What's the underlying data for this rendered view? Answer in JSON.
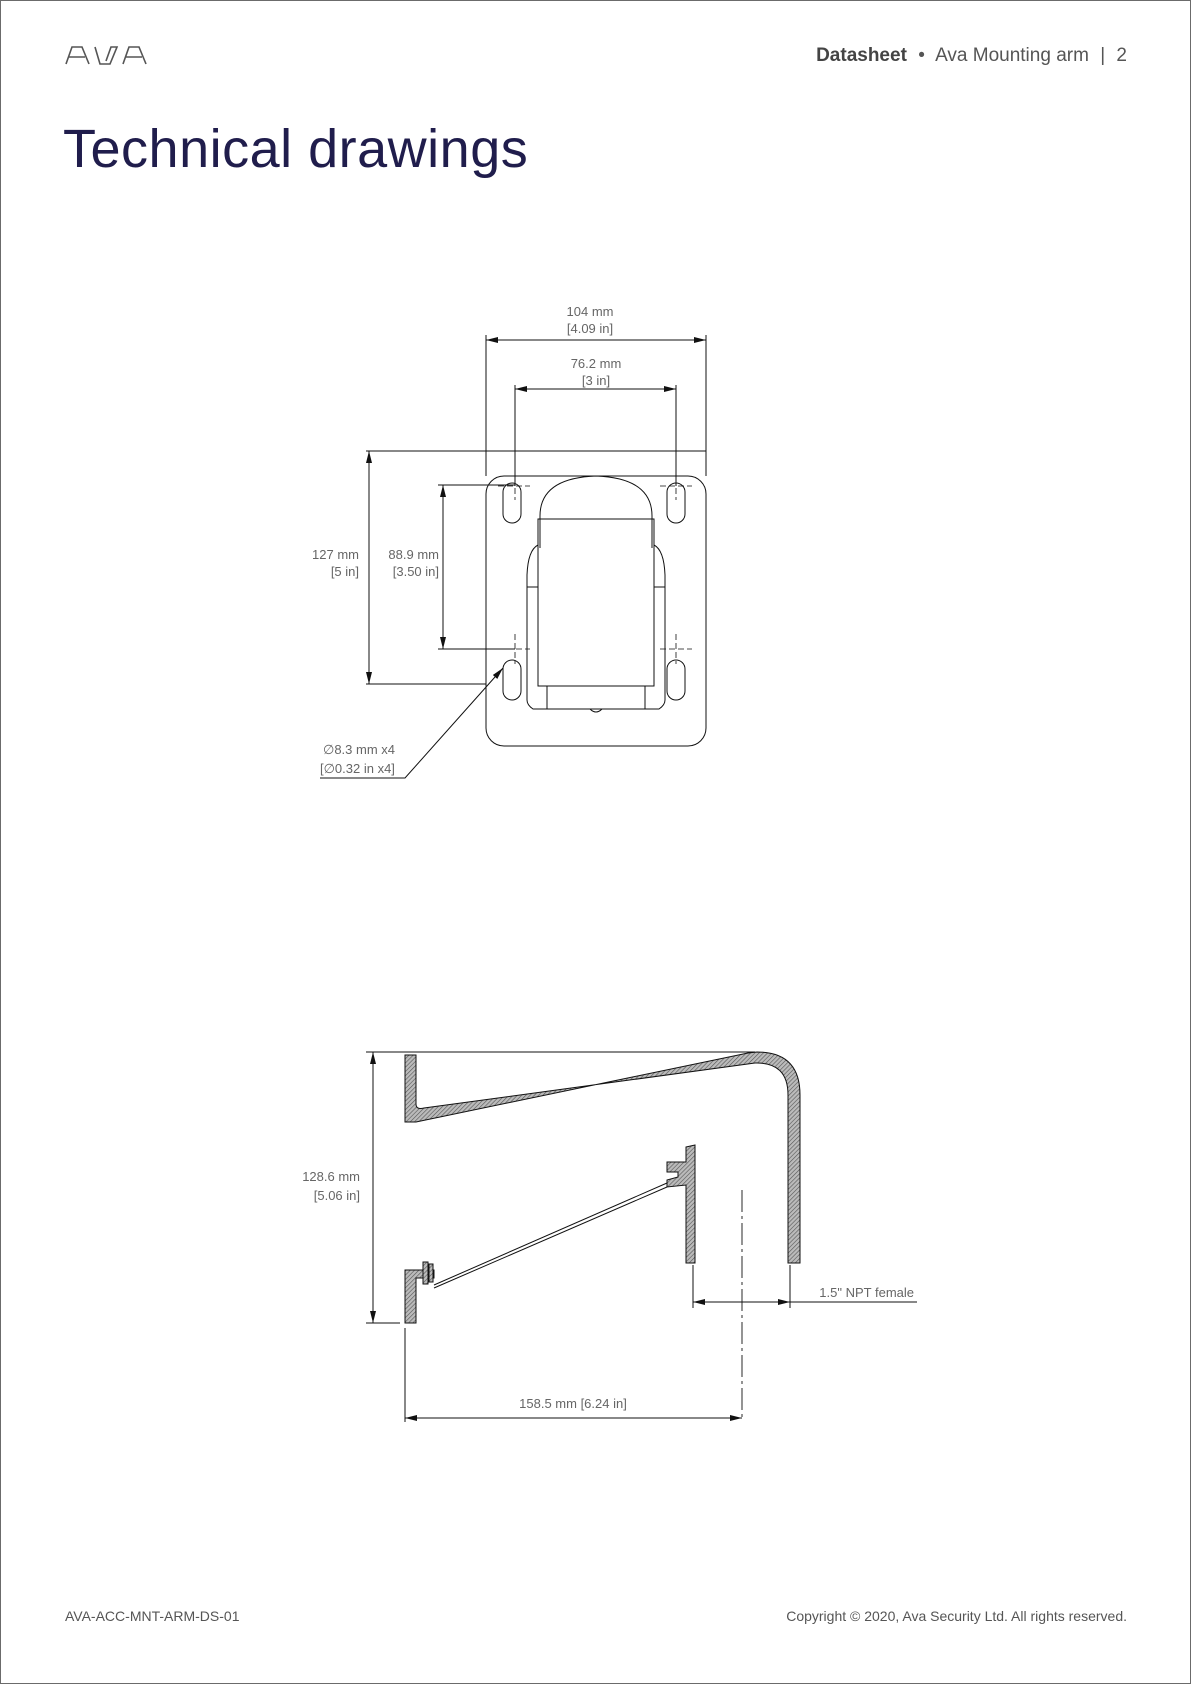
{
  "header": {
    "logo_text": "AVA",
    "doc_type": "Datasheet",
    "bullet": "•",
    "product": "Ava Mounting arm",
    "divider": "|",
    "page_number": "2"
  },
  "title": "Technical drawings",
  "front_view": {
    "width_mm": "104 mm",
    "width_in": "[4.09 in]",
    "hole_spacing_h_mm": "76.2 mm",
    "hole_spacing_h_in": "[3 in]",
    "height_mm": "127 mm",
    "height_in": "[5 in]",
    "hole_spacing_v_mm": "88.9 mm",
    "hole_spacing_v_in": "[3.50 in]",
    "hole_dia_mm": "∅8.3 mm x4",
    "hole_dia_in": "[∅0.32 in x4]"
  },
  "side_view": {
    "height_mm": "128.6 mm",
    "height_in": "[5.06 in]",
    "thread_label": "1.5\" NPT female",
    "length_label": "158.5 mm [6.24 in]"
  },
  "footer": {
    "doc_code": "AVA-ACC-MNT-ARM-DS-01",
    "copyright": "Copyright © 2020, Ava Security Ltd. All rights reserved."
  }
}
